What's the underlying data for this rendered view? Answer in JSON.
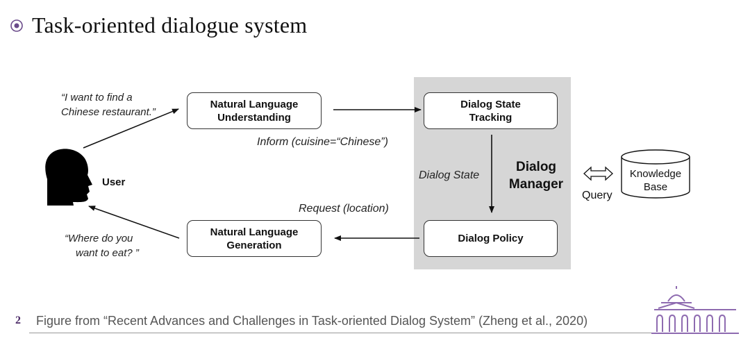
{
  "slide": {
    "title": "Task-oriented dialogue system",
    "page_number": "2",
    "footer": "Figure from “Recent Advances and Challenges in Task-oriented Dialog System” (Zheng et al., 2020)"
  },
  "diagram": {
    "user_label": "User",
    "user_quote_top": [
      "“I want to find a",
      "Chinese restaurant.”"
    ],
    "user_quote_bottom": [
      "“Where do you",
      "want to eat? ”"
    ],
    "nlu": [
      "Natural Language",
      "Understanding"
    ],
    "nlg": [
      "Natural Language",
      "Generation"
    ],
    "dst": [
      "Dialog State",
      "Tracking"
    ],
    "policy": "Dialog Policy",
    "manager": [
      "Dialog",
      "Manager"
    ],
    "inform": "Inform (cuisine=“Chinese”)",
    "dialog_state": "Dialog State",
    "request": "Request (location)",
    "query": "Query",
    "kb": [
      "Knowledge",
      "Base"
    ]
  },
  "colors": {
    "manager_bg": "#d6d6d6",
    "brand": "#4b2a67",
    "logo": "#8e6bb0"
  }
}
